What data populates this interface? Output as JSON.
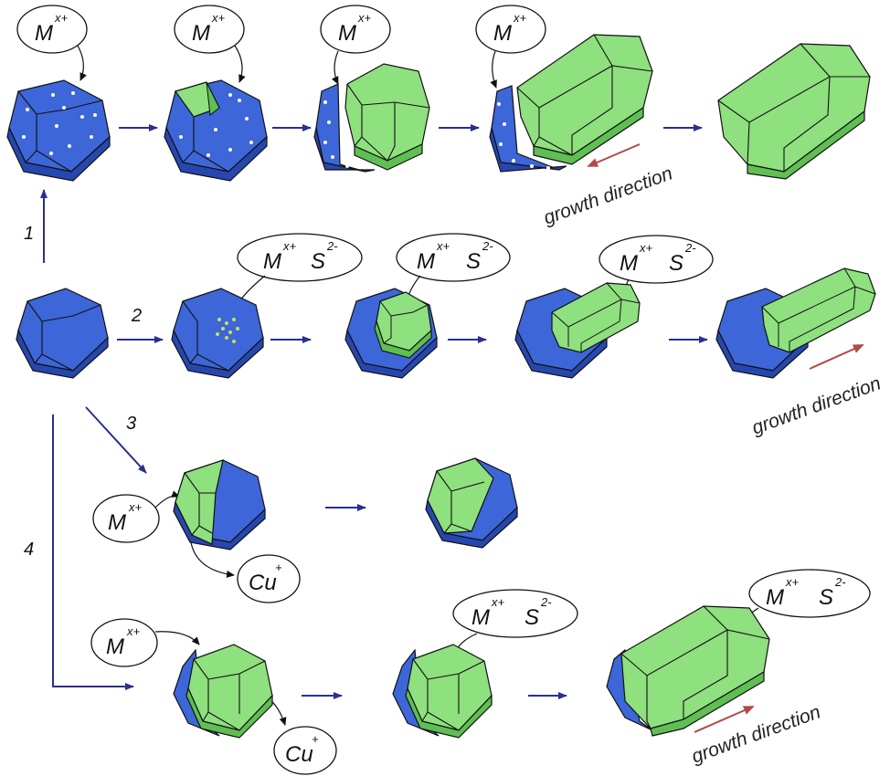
{
  "colors": {
    "blue_face": "#3d66d8",
    "blue_light": "#5b83ea",
    "blue_dark": "#2747b0",
    "green_face": "#8fe07f",
    "green_light": "#b6f0a6",
    "green_dark": "#5fbf52",
    "path_arrow": "#2b2f8f",
    "growth_arrow": "#b04a4a",
    "outline": "#1a1a1a"
  },
  "ions": {
    "metal_base": "M",
    "metal_charge": "x+",
    "sulfide_base": "S",
    "sulfide_charge": "2-",
    "copper_base": "Cu",
    "copper_charge": "+"
  },
  "steps": {
    "route_1": "1",
    "route_2": "2",
    "route_3": "3",
    "route_4": "4"
  },
  "growth_label": "growth direction"
}
